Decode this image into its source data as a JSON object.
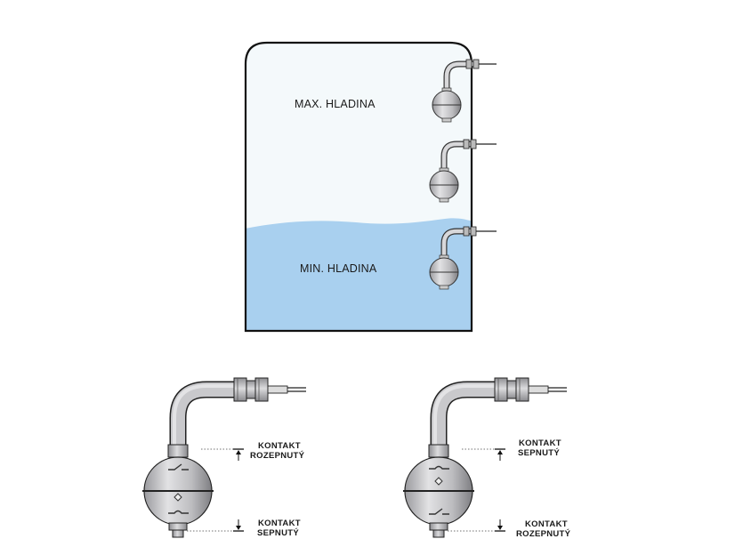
{
  "tank": {
    "max_label": "MAX. HLADINA",
    "min_label": "MIN. HLADINA"
  },
  "switch_left": {
    "top_label_line1": "KONTAKT",
    "top_label_line2": "ROZEPNUTÝ",
    "bottom_label_line1": "KONTAKT",
    "bottom_label_line2": "SEPNUTÝ"
  },
  "switch_right": {
    "top_label_line1": "KONTAKT",
    "top_label_line2": "SEPNUTÝ",
    "bottom_label_line1": "KONTAKT",
    "bottom_label_line2": "ROZEPNUTÝ"
  },
  "colors": {
    "tank_fill": "#f4f9fb",
    "water": "#a9d0ef",
    "outline": "#111111",
    "metal": "#c4c4c6",
    "metal_dark": "#8e8e92"
  }
}
